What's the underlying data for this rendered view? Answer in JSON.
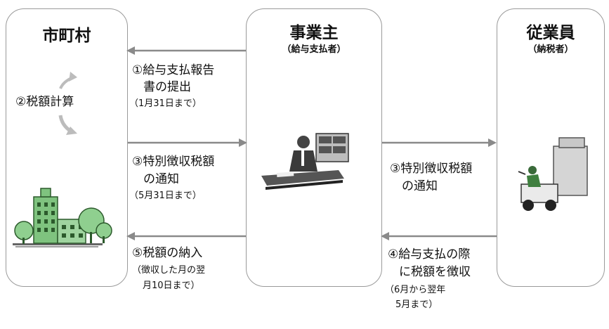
{
  "colors": {
    "box_border": "#9a9a9a",
    "arrow": "#8a8a8a",
    "text": "#111111"
  },
  "boxes": {
    "municipality": {
      "title": "市町村"
    },
    "employer": {
      "title": "事業主",
      "subtitle": "（給与支払者）"
    },
    "employee": {
      "title": "従業員",
      "subtitle": "（納税者）"
    }
  },
  "steps": {
    "s1": {
      "line1": "①給与支払報告",
      "line2": "書の提出",
      "note": "（1月31日まで）"
    },
    "s2": {
      "label": "②税額計算"
    },
    "s3_left": {
      "line1": "③特別徴収税額",
      "line2": "の通知",
      "note": "（5月31日まで）"
    },
    "s3_right": {
      "line1": "③特別徴収税額",
      "line2": "の通知"
    },
    "s4": {
      "line1": "④給与支払の際",
      "line2": "に税額を徴収",
      "note1": "（6月から翌年",
      "note2": "5月まで）"
    },
    "s5": {
      "line1": "⑤税額の納入",
      "note1": "（徴収した月の翌",
      "note2": "月10日まで）"
    }
  },
  "icons": [
    "cycle-arrows-icon",
    "city-buildings-icon",
    "office-worker-icon",
    "forklift-worker-icon"
  ]
}
